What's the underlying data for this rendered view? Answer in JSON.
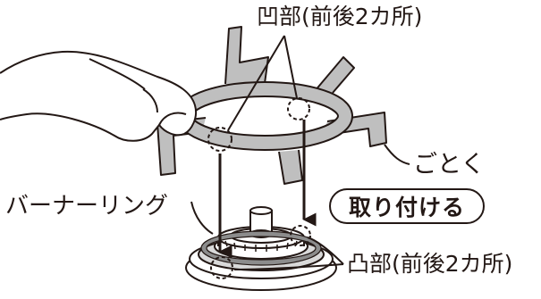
{
  "labels": {
    "concave": "凹部(前後2カ所)",
    "gotoku": "ごとく",
    "burner_ring": "バーナーリング",
    "convex": "凸部(前後2カ所)"
  },
  "action": "取り付ける"
}
